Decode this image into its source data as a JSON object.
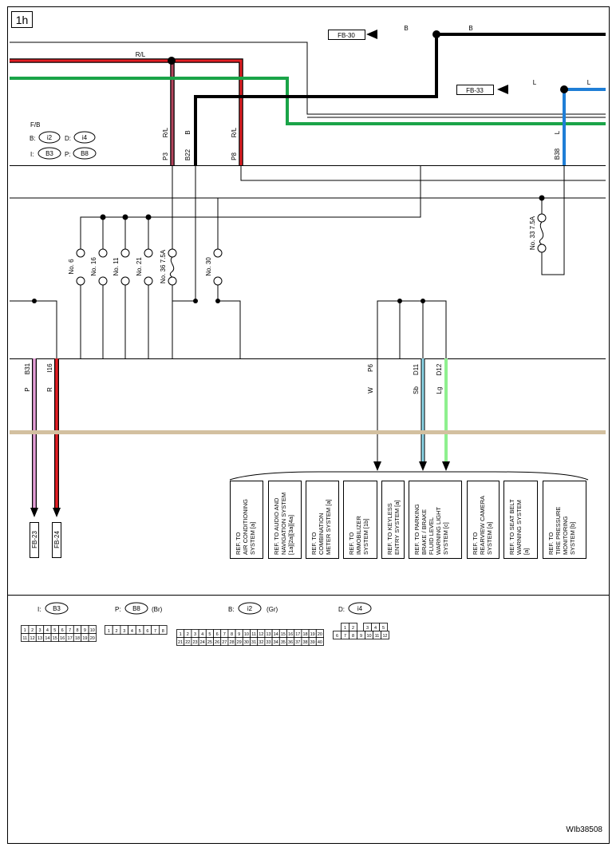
{
  "page_label": "1h",
  "figure_id": "WIb38508",
  "colors": {
    "red": "#e31e24",
    "green": "#1aa448",
    "black": "#000000",
    "blue": "#1f7ed6",
    "pink_red": "#b4455c",
    "pink": "#e6a0d8",
    "light_blue": "#8ed8ea",
    "light_green": "#8ef08e",
    "tan": "#d3c0a0"
  },
  "destinations": {
    "fb30": "FB-30",
    "fb33": "FB-33",
    "fb23": "FB-23",
    "fb24": "FB-24"
  },
  "wire_labels": {
    "rl_main": "R/L",
    "b_top_1": "B",
    "b_top_2": "B",
    "l_1": "L",
    "l_2": "L",
    "p3_color": "R/L",
    "p3_pin": "P3",
    "b22_color": "B",
    "b22_pin": "B22",
    "p8_color": "R/L",
    "p8_pin": "P8",
    "b38_color": "L",
    "b38_pin": "B38",
    "b31_pin": "B31",
    "b31_color": "P",
    "i16_pin": "I16",
    "i16_color": "R",
    "p6_pin": "P6",
    "p6_color": "W",
    "d11_pin": "D11",
    "d11_color": "Sb",
    "d12_pin": "D12",
    "d12_color": "Lg"
  },
  "fb_legend": {
    "title": "F/B",
    "b_prefix": "B:",
    "b_conn": "i2",
    "d_prefix": "D:",
    "d_conn": "i4",
    "i_prefix": "I:",
    "i_conn": "B3",
    "p_prefix": "P:",
    "p_conn": "B8"
  },
  "fuses": {
    "no6": "No. 6",
    "no16": "No. 16",
    "no11": "No. 11",
    "no21": "No. 21",
    "no36": "No. 36  7.5A",
    "no30": "No. 30",
    "no33": "No. 33  7.5A"
  },
  "references": [
    {
      "l1": "REF. TO",
      "l2": "AIR CONDITIONING",
      "l3": "SYSTEM [a]",
      "l4": "",
      "l5": ""
    },
    {
      "l1": "REF. TO AUDIO AND",
      "l2": "NAVIGATION SYSTEM",
      "l3": "[1a][2a][3a][4a]",
      "l4": "",
      "l5": ""
    },
    {
      "l1": "REF. TO",
      "l2": "COMBINATION",
      "l3": "METER SYSTEM [a]",
      "l4": "",
      "l5": ""
    },
    {
      "l1": "REF. TO",
      "l2": "IMMOBILIZER",
      "l3": "SYSTEM [1b]",
      "l4": "",
      "l5": ""
    },
    {
      "l1": "REF. TO KEYLESS",
      "l2": "ENTRY SYSTEM [a]",
      "l3": "",
      "l4": "",
      "l5": ""
    },
    {
      "l1": "REF. TO PARKING",
      "l2": "BRAKE / BRAKE",
      "l3": "FLUID LEVEL",
      "l4": "WARNING LIGHT",
      "l5": "SYSTEM [c]"
    },
    {
      "l1": "REF. TO",
      "l2": "REARVIEW CAMERA",
      "l3": "SYSTEM [a]",
      "l4": "",
      "l5": ""
    },
    {
      "l1": "REF. TO SEAT BELT",
      "l2": "WARNING SYSTEM",
      "l3": "[a]",
      "l4": "",
      "l5": ""
    },
    {
      "l1": "REF. TO",
      "l2": "TIRE PRESSURE",
      "l3": "MONITORING",
      "l4": "SYSTEM [b]",
      "l5": ""
    }
  ],
  "connectors": {
    "i": {
      "prefix": "I:",
      "name": "B3",
      "color": "",
      "top": [
        "1",
        "2",
        "3",
        "4",
        "5",
        "6",
        "7",
        "8",
        "9",
        "10"
      ],
      "bottom": [
        "11",
        "12",
        "13",
        "14",
        "15",
        "16",
        "17",
        "18",
        "19",
        "20"
      ]
    },
    "p": {
      "prefix": "P:",
      "name": "B8",
      "color": "(Br)",
      "top": [
        "1",
        "2",
        "3",
        "4",
        "5",
        "6",
        "7",
        "8"
      ]
    },
    "b": {
      "prefix": "B:",
      "name": "i2",
      "color": "(Gr)",
      "top": [
        "1",
        "2",
        "3",
        "4",
        "5",
        "6",
        "7",
        "8",
        "9",
        "10",
        "11",
        "12",
        "13",
        "14",
        "15",
        "16",
        "17",
        "18",
        "19",
        "20"
      ],
      "bottom": [
        "21",
        "22",
        "23",
        "24",
        "25",
        "26",
        "27",
        "28",
        "29",
        "30",
        "31",
        "32",
        "33",
        "34",
        "35",
        "36",
        "37",
        "38",
        "39",
        "40"
      ]
    },
    "d": {
      "prefix": "D:",
      "name": "i4",
      "color": "",
      "top": [
        "1",
        "2",
        "3",
        "4",
        "5"
      ],
      "bottom": [
        "6",
        "7",
        "8",
        "9",
        "10",
        "11",
        "12"
      ]
    }
  }
}
